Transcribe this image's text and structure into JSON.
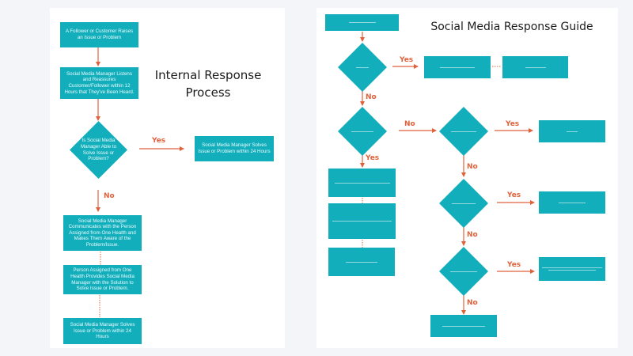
{
  "colors": {
    "background": "#f4f5f8",
    "node": "#13aebb",
    "arrow": "#e0623c",
    "title": "#1c1c1c"
  },
  "internal_process": {
    "title_line1": "Internal Response",
    "title_line2": "Process",
    "steps": [
      "A Follower or Customer Raises an Issue or Problem",
      "Social Media Manager Listens and Reassures Customer/Follower within 12 Hours that They've Been Heard.",
      "Is Social Media Manager Able to Solve Issue or Problem?",
      "Social Media Manager Solves Issue or Problem within 24 Hours",
      "Social Media Manager Communicates with  the Person Assigned from One Health and Makes Them Aware of the Problem/Issue.",
      "Person Assigned from One Health Provides Social Media Manager with the Solution to Solve Issue or Problem.",
      "Social Media Manager Solves Issue or Problem within 24 Hours"
    ],
    "yes_label": "Yes",
    "no_label": "No"
  },
  "response_guide": {
    "title": "Social Media Response Guide",
    "labels": {
      "yes1": "Yes",
      "no1": "No",
      "no2": "No",
      "yes2": "Yes",
      "yes3": "Yes",
      "no3": "No",
      "yes4": "Yes",
      "no4": "No",
      "yes5": "Yes",
      "no5": "No"
    }
  }
}
